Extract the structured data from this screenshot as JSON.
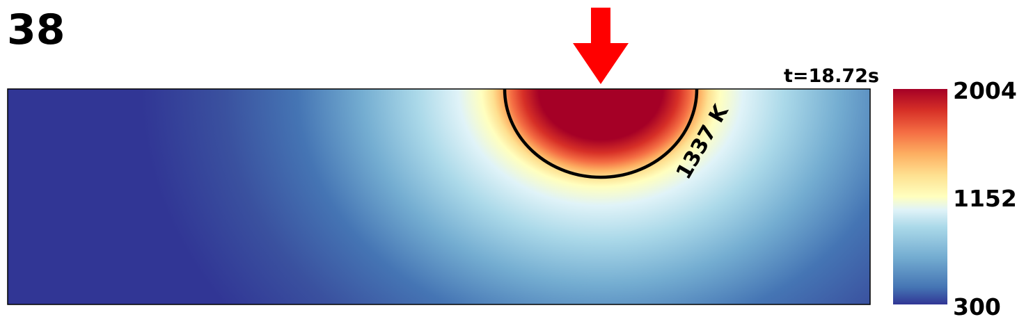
{
  "frame_label": "38",
  "time_label": "t=18.72s",
  "contour": {
    "label": "1337 K",
    "temperature": 1337
  },
  "colorbar": {
    "max_label": "2004",
    "mid_label": "1152",
    "min_label": "300",
    "min": 300,
    "max": 2004,
    "colormap": "RdYlBu_r"
  },
  "colors": {
    "arrow": "#ff0000",
    "contour_line": "#000000",
    "hot": "#a50026",
    "mid": "#ffffbf",
    "cold": "#313695"
  },
  "icons": {
    "heat_source": "down-arrow-icon"
  }
}
